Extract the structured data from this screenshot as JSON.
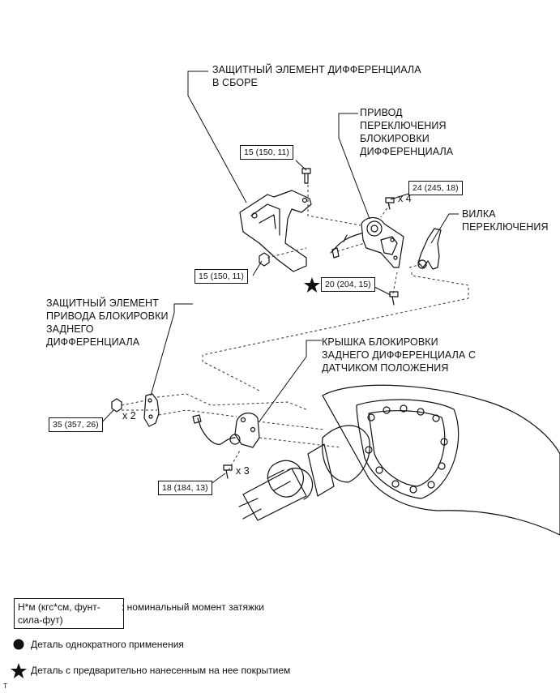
{
  "parts": {
    "diff_protector": "ЗАЩИТНЫЙ ЭЛЕМЕНТ ДИФФЕРЕНЦИАЛА\nВ СБОРЕ",
    "lock_actuator": "ПРИВОД\nПЕРЕКЛЮЧЕНИЯ\nБЛОКИРОВКИ\nДИФФЕРЕНЦИАЛА",
    "shift_fork": "ВИЛКА\nПЕРЕКЛЮЧЕНИЯ",
    "actuator_protector": "ЗАЩИТНЫЙ ЭЛЕМЕНТ\nПРИВОДА БЛОКИРОВКИ\nЗАДНЕГО\nДИФФЕРЕНЦИАЛА",
    "lock_cover": "КРЫШКА БЛОКИРОВКИ\nЗАДНЕГО ДИФФЕРЕНЦИАЛА С\nДАТЧИКОМ ПОЛОЖЕНИЯ"
  },
  "torques": {
    "t1": "15 (150, 11)",
    "t2": "24 (245, 18)",
    "t3": "15 (150, 11)",
    "t4": "20 (204, 15)",
    "t5": "35 (357, 26)",
    "t6": "18 (184, 13)"
  },
  "quantities": {
    "q1": "x 4",
    "q2": "x 2",
    "q3": "x 3"
  },
  "legend": {
    "unit": "Н*м (кгс*см, фунт-\nсила-фут)",
    "unit_desc": ": номинальный момент затяжки",
    "non_reusable": "Деталь однократного применения",
    "precoated": "Деталь с предварительно нанесенным на нее покрытием"
  },
  "corner_mark": "T"
}
